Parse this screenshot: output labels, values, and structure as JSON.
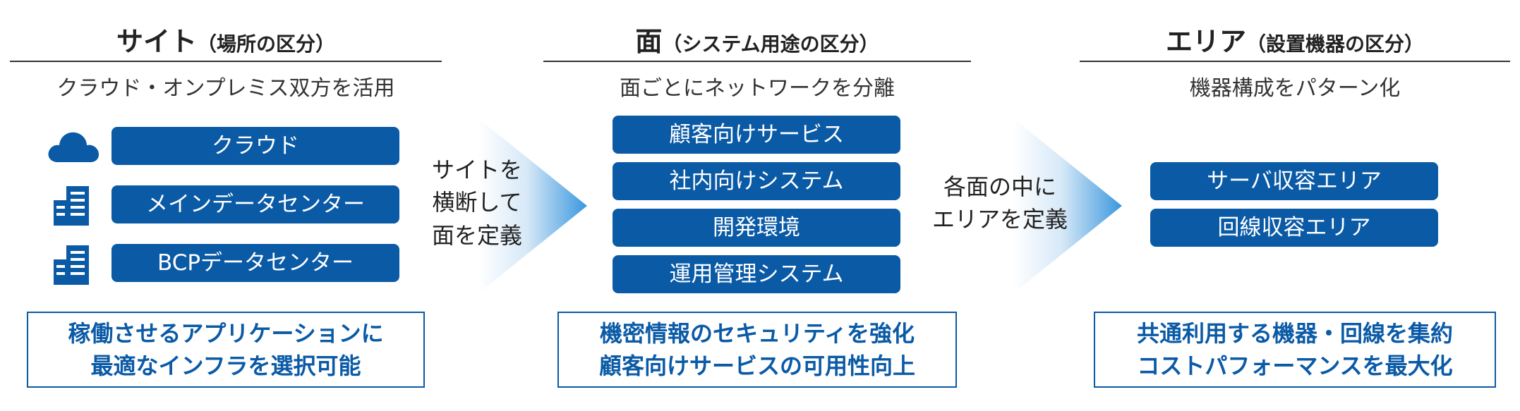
{
  "columns": [
    {
      "title": "サイト",
      "subtitle": "（場所の区分）",
      "description": "クラウド・オンプレミス双方を活用",
      "items": [
        "クラウド",
        "メインデータセンター",
        "BCPデータセンター"
      ],
      "summary_lines": [
        "稼働させるアプリケーションに",
        "最適なインフラを選択可能"
      ]
    },
    {
      "title": "面",
      "subtitle": "（システム用途の区分）",
      "description": "面ごとにネットワークを分離",
      "items": [
        "顧客向けサービス",
        "社内向けシステム",
        "開発環境",
        "運用管理システム"
      ],
      "summary_lines": [
        "機密情報のセキュリティを強化",
        "顧客向けサービスの可用性向上"
      ]
    },
    {
      "title": "エリア",
      "subtitle": "（設置機器の区分）",
      "description": "機器構成をパターン化",
      "items": [
        "サーバ収容エリア",
        "回線収容エリア"
      ],
      "summary_lines": [
        "共通利用する機器・回線を集約",
        "コストパフォーマンスを最大化"
      ]
    }
  ],
  "arrows": [
    {
      "lines": [
        "サイトを",
        "横断して",
        "面を定義"
      ]
    },
    {
      "lines": [
        "各面の中に",
        "エリアを定義"
      ]
    }
  ],
  "icons": [
    "cloud-icon",
    "building-icon",
    "building-icon"
  ],
  "colors": {
    "accent": "#0a5aa6",
    "arrow_gradient_light": "#ffffff",
    "arrow_gradient_dark": "#3a97de"
  }
}
